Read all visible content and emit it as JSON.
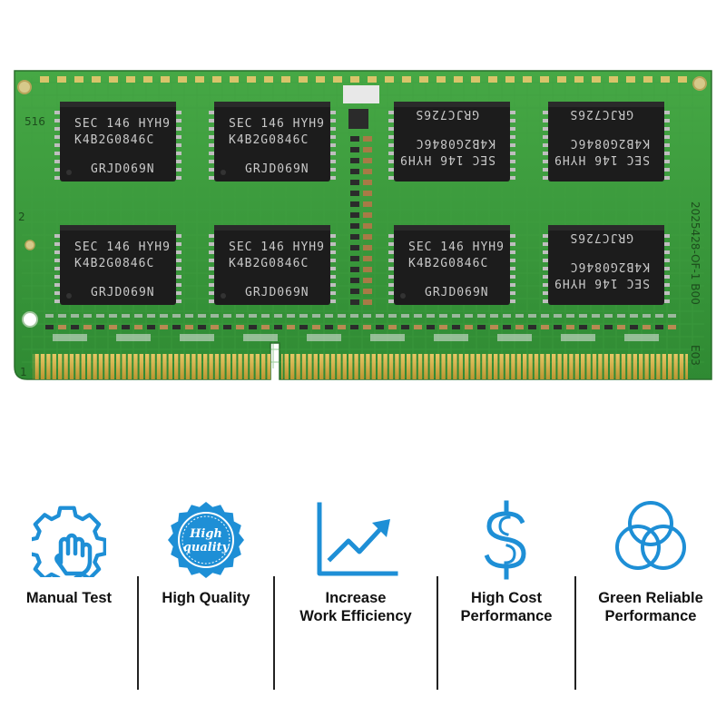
{
  "module": {
    "chip_top_text": [
      "SEC 146 HYH9",
      "K4B2G0846C",
      "GRJD069N"
    ],
    "chip_flipped_text": [
      "GRJC726S",
      "K4B2G0846C",
      "SEC 146 HYH9"
    ],
    "pcb_number": "516",
    "pcb_code": "2025428-OF-1 B00",
    "pcb_side_mark_left": "2",
    "pcb_side_mark_right": "E03",
    "pcb_pin_mark": "1"
  },
  "features": [
    {
      "icon": "hand-gear-icon",
      "label": "Manual Test"
    },
    {
      "icon": "quality-badge-icon",
      "label": "High Quality",
      "badge_text": "High\nquality"
    },
    {
      "icon": "rising-chart-icon",
      "label": "Increase\nWork Efficiency"
    },
    {
      "icon": "dollar-icon",
      "label": "High Cost\nPerformance"
    },
    {
      "icon": "venn-circles-icon",
      "label": "Green Reliable\nPerformance"
    }
  ],
  "colors": {
    "icon_blue": "#1e8fd6",
    "pcb_green": "#3a9a3c",
    "gold": "#d6b24a",
    "chip": "#1c1c1c"
  }
}
